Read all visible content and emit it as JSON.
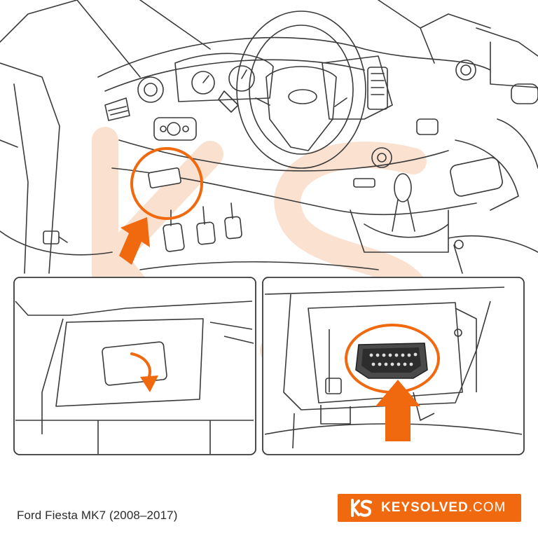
{
  "caption": "Ford Fiesta MK7 (2008–2017)",
  "brand": {
    "name": "KEYSOLVED",
    "tld": ".COM",
    "logo_letters": "KS"
  },
  "colors": {
    "accent": "#f0690f",
    "line": "#3a3a3a",
    "watermark": "#f7c9a8",
    "badge_bg": "#f0690f"
  },
  "panels": [
    {
      "id": "overview",
      "subject": "driver footwell with OBD port area circled"
    },
    {
      "id": "step-1",
      "subject": "remove trim cover"
    },
    {
      "id": "step-2",
      "subject": "OBD2 diagnostic connector"
    }
  ]
}
